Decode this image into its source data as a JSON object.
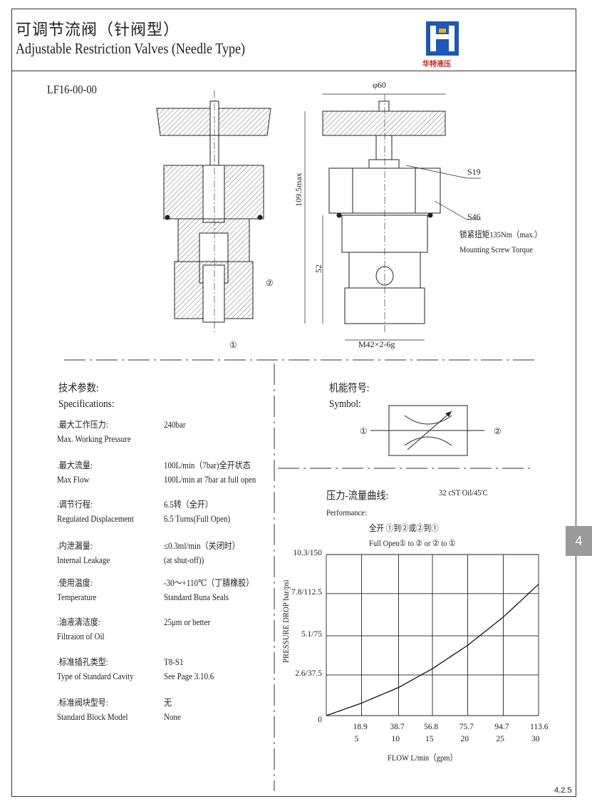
{
  "header": {
    "title_cn": "可调节流阀（针阀型）",
    "title_en": "Adjustable Restriction Valves (Needle Type)",
    "logo_text": "华特液压"
  },
  "drawing": {
    "model": "LF16-00-00",
    "port1": "①",
    "port2": "②",
    "dim_diameter": "φ60",
    "dim_height": "109.5max",
    "dim_52": "52",
    "dim_thread": "M42×2-6g",
    "label_s19": "S19",
    "label_s46": "S46",
    "torque_cn": "锁紧扭矩135Nm（max.）",
    "torque_en": "Mounting Screw Torque"
  },
  "specs": {
    "heading_cn": "技术参数:",
    "heading_en": "Specifications:",
    "rows": [
      {
        "label_cn": ".最大工作压力:",
        "label_en": "Max. Working Pressure",
        "value_1": "240bar",
        "value_2": ""
      },
      {
        "label_cn": ".最大流量:",
        "label_en": "Max Flow",
        "value_1": "100L/min（7bar)全开状态",
        "value_2": "100L/min at 7bar at full open"
      },
      {
        "label_cn": ".调节行程:",
        "label_en": "Regulated Displacement",
        "value_1": "6.5转（全开）",
        "value_2": "6.5 Turns(Full Open)"
      },
      {
        "label_cn": ".内泄漏量:",
        "label_en": "Internal Leakage",
        "value_1": "≤0.3ml/min（关闭时）",
        "value_2": "(at shut-off))"
      },
      {
        "label_cn": ".使用温度:",
        "label_en": "Temperature",
        "value_1": "-30～+110℃（丁腈橡胶）",
        "value_2": "Standard Buna Seals"
      },
      {
        "label_cn": ".油液清洁度:",
        "label_en": "Filtraion of Oil",
        "value_1": "25μm or better",
        "value_2": ""
      },
      {
        "label_cn": ".标准插孔类型:",
        "label_en": "Type of Standard  Cavity",
        "value_1": "T8-S1",
        "value_2": "See Page 3.10.6"
      },
      {
        "label_cn": ".标准阀块型号:",
        "label_en": "Standard Block Model",
        "value_1": "无",
        "value_2": "None"
      }
    ]
  },
  "symbol": {
    "heading_cn": "机能符号:",
    "heading_en": "Symbol:",
    "port1": "①",
    "port2": "②"
  },
  "performance": {
    "heading_cn": "压力-流量曲线:",
    "oil": "32 cST Oil/45'C",
    "heading_en": "Performance:",
    "condition_cn": "全开 ①到②或②到①",
    "condition_en": "Full Open① to ② or ② to ①"
  },
  "chart_data": {
    "type": "line",
    "xlabel": "FLOW L/min（gpm）",
    "ylabel": "PRESSURE DROP  bar/psi",
    "xlim": [
      0,
      113.6
    ],
    "ylim": [
      0,
      10.3
    ],
    "x_ticks_lmin": [
      "18.9",
      "38.7",
      "56.8",
      "75.7",
      "94.7",
      "113.6"
    ],
    "x_ticks_gpm": [
      "5",
      "10",
      "15",
      "20",
      "25",
      "30"
    ],
    "x_tick_values": [
      18.9,
      38.7,
      56.8,
      75.7,
      94.7,
      113.6
    ],
    "y_ticks": [
      "0",
      "2.6/37.5",
      "5.1/75",
      "7.8/112.5",
      "10.3/150"
    ],
    "y_tick_values": [
      0,
      2.6,
      5.1,
      7.8,
      10.3
    ],
    "grid": true,
    "series": [
      {
        "x": [
          0,
          18.9,
          38.7,
          56.8,
          75.7,
          94.7,
          113.6
        ],
        "y": [
          0,
          0.8,
          1.8,
          3.0,
          4.5,
          6.3,
          8.4
        ]
      }
    ]
  },
  "side_tab": "4",
  "page_number": "4.2.5"
}
